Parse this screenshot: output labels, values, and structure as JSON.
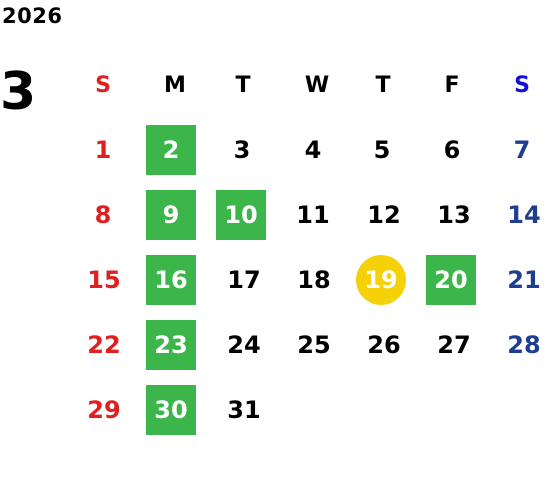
{
  "calendar": {
    "year": "2026",
    "month": "3",
    "weekdays": [
      "S",
      "M",
      "T",
      "W",
      "T",
      "F",
      "S"
    ],
    "weeks": [
      [
        "1",
        "2",
        "3",
        "4",
        "5",
        "6",
        "7"
      ],
      [
        "8",
        "9",
        "10",
        "11",
        "12",
        "13",
        "14"
      ],
      [
        "15",
        "16",
        "17",
        "18",
        "19",
        "20",
        "21"
      ],
      [
        "22",
        "23",
        "24",
        "25",
        "26",
        "27",
        "28"
      ],
      [
        "29",
        "30",
        "31",
        "",
        "",
        "",
        ""
      ]
    ],
    "highlighted_days": [
      "2",
      "9",
      "10",
      "16",
      "20",
      "23",
      "30"
    ],
    "today": "19",
    "colors": {
      "sunday": "#e02020",
      "saturday": "#1e3f90",
      "saturday_header": "#1010d8",
      "highlight": "#3cb54a",
      "today": "#f5d10a"
    }
  }
}
